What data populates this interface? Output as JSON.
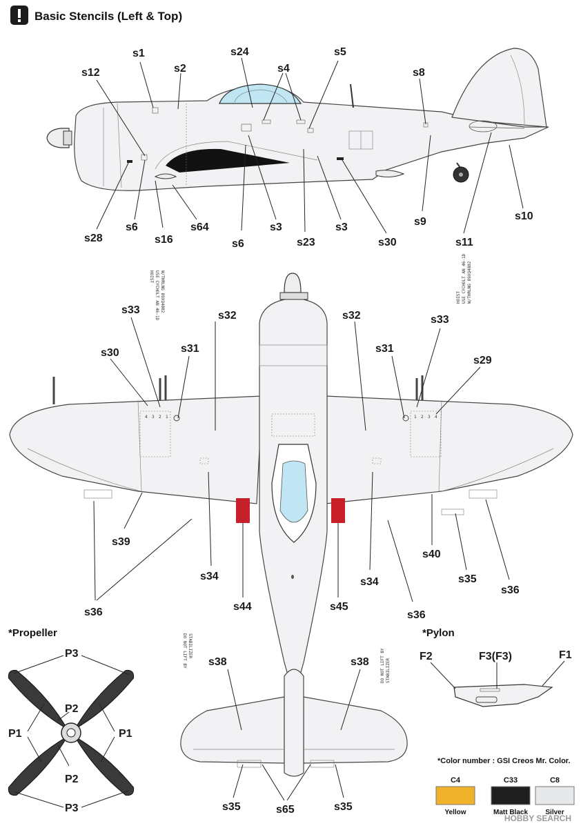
{
  "title": "Basic Stencils (Left & Top)",
  "title_icon": "exclamation-icon",
  "side_labels": [
    "s1",
    "s24",
    "s5",
    "s12",
    "s2",
    "s4",
    "s8",
    "s28",
    "s6",
    "s16",
    "s64",
    "s6",
    "s3",
    "s23",
    "s3",
    "s30",
    "s9",
    "s11",
    "s10"
  ],
  "top_labels": [
    "s32",
    "s32",
    "s33",
    "s33",
    "s30",
    "s31",
    "s31",
    "s29",
    "s39",
    "s34",
    "s44",
    "s45",
    "s34",
    "s36",
    "s36",
    "s40",
    "s35",
    "s36"
  ],
  "tail_labels": [
    "s38",
    "s38",
    "s35",
    "s65",
    "s35"
  ],
  "hoist_left": [
    "HOIST",
    "USE CYCHOLT AN 46-1D",
    "W/THRLNG 89XQ4802"
  ],
  "hoist_right": [
    "HOIST",
    "USE CYCHOLT AN 46-1D",
    "W/THRLNG 89XQ4802"
  ],
  "stab_left": [
    "DO NOT LIFT BY",
    "STABILIZER"
  ],
  "stab_right": [
    "DO NOT LIFT BY",
    "STABILIZER"
  ],
  "propeller": {
    "title": "*Propeller",
    "labels": [
      "P3",
      "P2",
      "P1",
      "P1",
      "P2",
      "P3"
    ]
  },
  "pylon": {
    "title": "*Pylon",
    "labels": [
      "F2",
      "F3(F3)",
      "F1"
    ]
  },
  "flap_numbers_left": [
    "4",
    "3",
    "2",
    "1"
  ],
  "flap_numbers_right": [
    "1",
    "2",
    "3",
    "4"
  ],
  "color_note": "*Color number : GSI Creos Mr. Color.",
  "colors": [
    {
      "code": "C4",
      "name": "Yellow",
      "hex": "#f0b22a"
    },
    {
      "code": "C33",
      "name": "Matt Black",
      "hex": "#1e1e1e"
    },
    {
      "code": "C8",
      "name": "Silver",
      "hex": "#e6e8ea"
    }
  ],
  "red_patch_color": "#c8202a",
  "canopy_color": "#a9dcea",
  "watermark": "HOBBY SEARCH"
}
